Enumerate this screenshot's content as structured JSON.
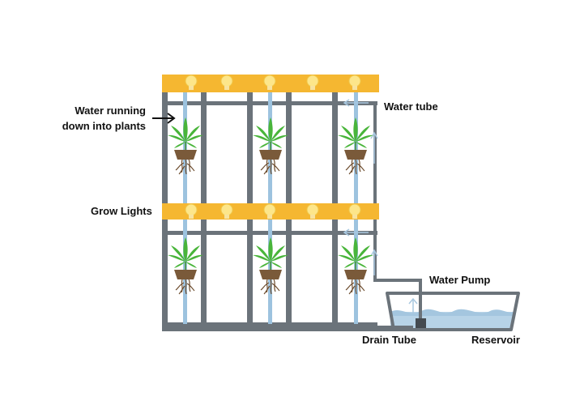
{
  "labels": {
    "water_running_line1": "Water running",
    "water_running_line2": "down into plants",
    "water_tube": "Water tube",
    "grow_lights": "Grow Lights",
    "water_pump": "Water Pump",
    "drain_tube": "Drain Tube",
    "reservoir": "Reservoir"
  },
  "colors": {
    "frame": "#6b737a",
    "light_bar": "#f5b731",
    "bulb": "#fde68a",
    "water": "#9dc3df",
    "water_arrow": "#a9c8e0",
    "leaf": "#49b53a",
    "pot": "#7a5a3a",
    "roots": "#6b4a2b",
    "label_arrow": "#111111"
  },
  "icons": [
    "plant-icon",
    "grow-light-bulb-icon",
    "water-pump-icon",
    "flow-arrow-icon"
  ]
}
